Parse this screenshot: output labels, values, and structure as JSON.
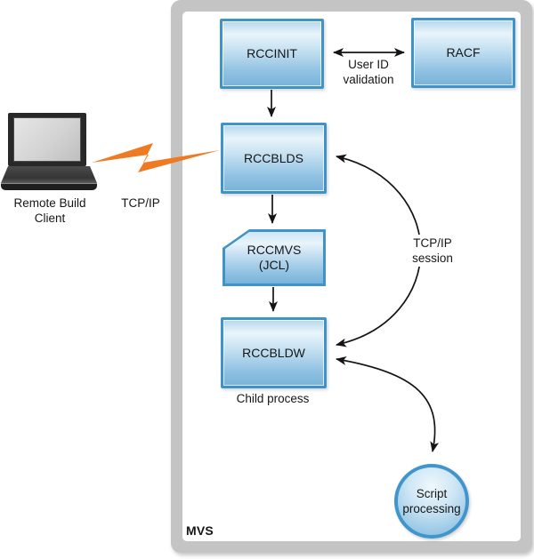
{
  "diagram": {
    "mvs_label": "MVS",
    "client": {
      "caption_line1": "Remote Build",
      "caption_line2": "Client"
    },
    "network_link": {
      "label": "TCP/IP"
    },
    "nodes": {
      "rccinit": {
        "label": "RCCINIT"
      },
      "racf": {
        "label": "RACF"
      },
      "rccblds": {
        "label": "RCCBLDS"
      },
      "rccmvs": {
        "label_line1": "RCCMVS",
        "label_line2": "(JCL)"
      },
      "rccbldw": {
        "label": "RCCBLDW",
        "caption": "Child process"
      },
      "script_processing": {
        "label_line1": "Script",
        "label_line2": "processing"
      }
    },
    "edge_labels": {
      "user_id_validation_line1": "User ID",
      "user_id_validation_line2": "validation",
      "tcpip_session_line1": "TCP/IP",
      "tcpip_session_line2": "session"
    },
    "colors": {
      "node_border_blue": "#3f93c8",
      "node_fill_light": "#e9f4fb",
      "node_fill_dark": "#79b2d9",
      "frame_gray": "#c4c4c4",
      "bolt_orange": "#ee7b23",
      "arrow_black": "#141414"
    }
  }
}
